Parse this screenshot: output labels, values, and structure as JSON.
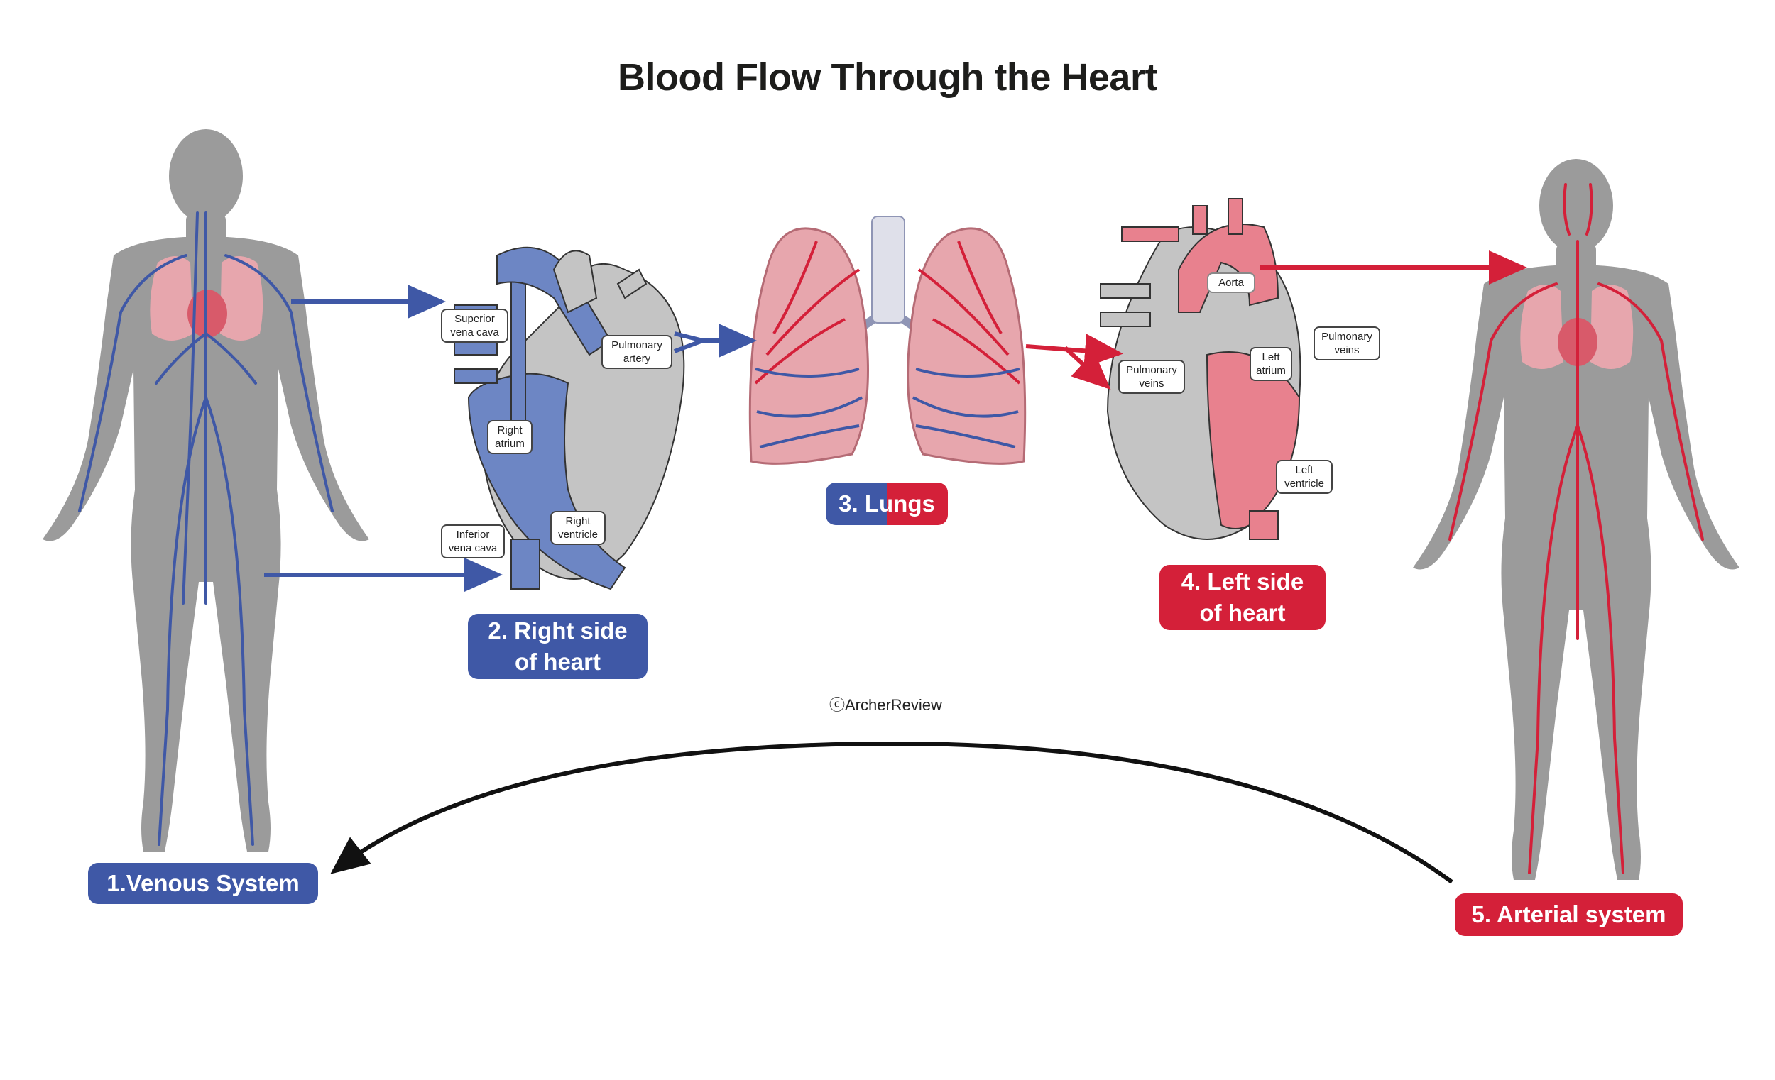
{
  "title": "Blood Flow Through the Heart",
  "copyright": "ⓒArcherReview",
  "stages": {
    "venous": "1.Venous System",
    "right_heart_l1": "2. Right side",
    "right_heart_l2": "of heart",
    "lungs_a": "3. Lu",
    "lungs_b": "ngs",
    "left_heart_l1": "4. Left side",
    "left_heart_l2": "of heart",
    "arterial": "5. Arterial system"
  },
  "right_heart_labels": {
    "svc_l1": "Superior",
    "svc_l2": "vena cava",
    "pa_l1": "Pulmonary",
    "pa_l2": "artery",
    "ra_l1": "Right",
    "ra_l2": "atrium",
    "ivc_l1": "Inferior",
    "ivc_l2": "vena cava",
    "rv_l1": "Right",
    "rv_l2": "ventricle"
  },
  "left_heart_labels": {
    "aorta": "Aorta",
    "pv_right_l1": "Pulmonary",
    "pv_right_l2": "veins",
    "la_l1": "Left",
    "la_l2": "atrium",
    "pv_left_l1": "Pulmonary",
    "pv_left_l2": "veins",
    "lv_l1": "Left",
    "lv_l2": "ventricle"
  },
  "colors": {
    "venous_blue": "#3f58a6",
    "arterial_red": "#d42039",
    "body_gray": "#9b9b9b",
    "lung_pink": "#e7a6ad"
  }
}
